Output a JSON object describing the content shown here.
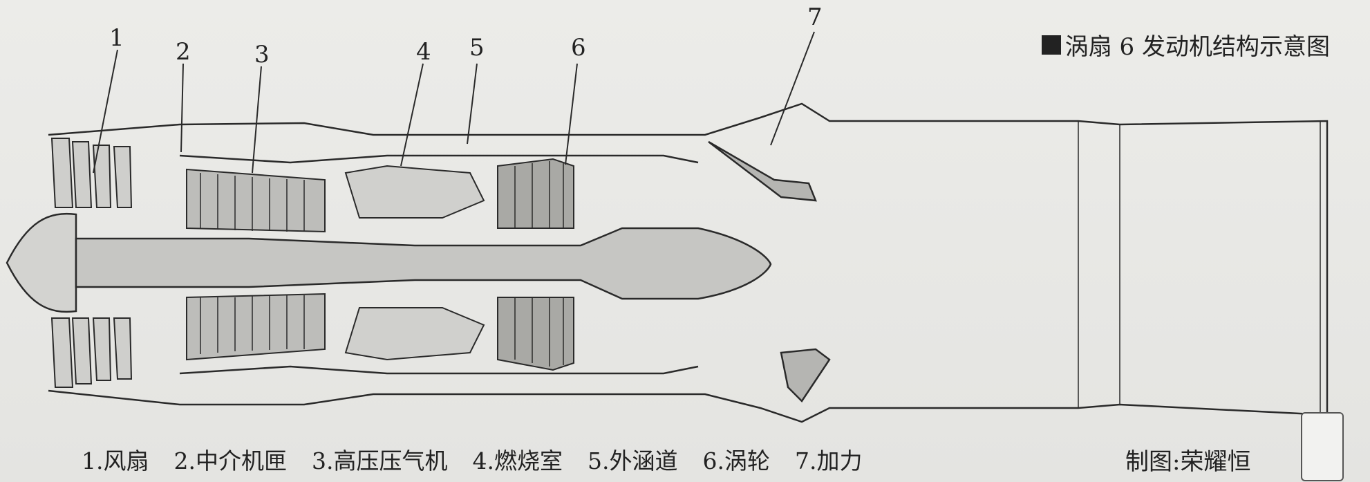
{
  "title": "涡扇 6 发动机结构示意图",
  "callouts": [
    "1",
    "2",
    "3",
    "4",
    "5",
    "6",
    "7"
  ],
  "legend": [
    "1.风扇",
    "2.中介机匣",
    "3.高压压气机",
    "4.燃烧室",
    "5.外涵道",
    "6.涡轮",
    "7.加力"
  ],
  "credit": "制图:荣耀恒",
  "colors": {
    "ink": "#2a2a2a",
    "fill": "#c9c9c6",
    "dark": "#9a9a96",
    "paper": "#e9e9e6"
  }
}
